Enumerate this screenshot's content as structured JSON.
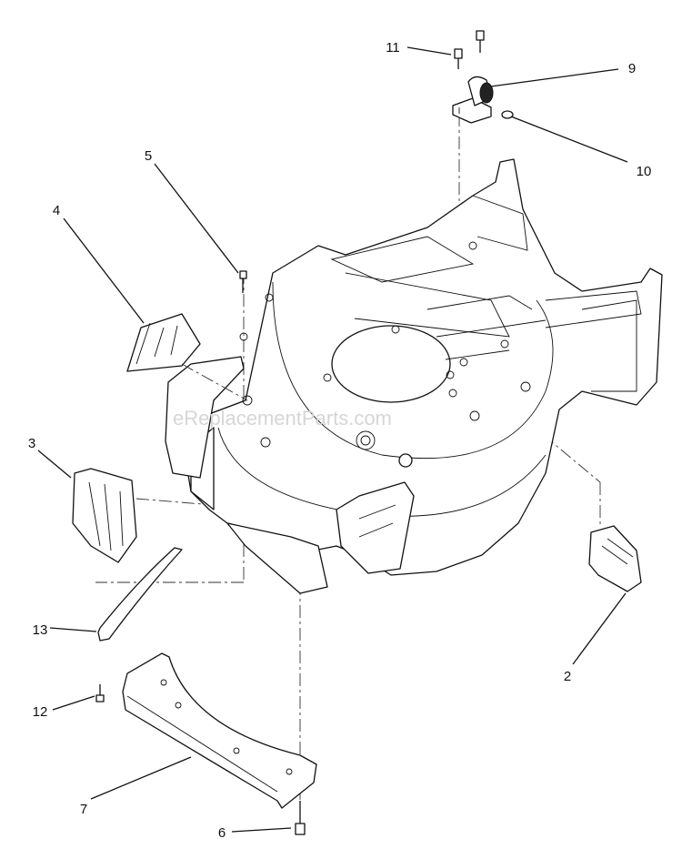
{
  "watermark": "eReplacementParts.com",
  "callouts": [
    {
      "id": "1-9",
      "label": "9"
    },
    {
      "id": "2-10",
      "label": "10"
    },
    {
      "id": "3-11",
      "label": "11"
    },
    {
      "id": "4-5",
      "label": "5"
    },
    {
      "id": "5-4",
      "label": "4"
    },
    {
      "id": "6-3",
      "label": "3"
    },
    {
      "id": "7-13",
      "label": "13"
    },
    {
      "id": "8-12",
      "label": "12"
    },
    {
      "id": "9-7",
      "label": "7"
    },
    {
      "id": "10-6",
      "label": "6"
    },
    {
      "id": "11-2",
      "label": "2"
    }
  ]
}
